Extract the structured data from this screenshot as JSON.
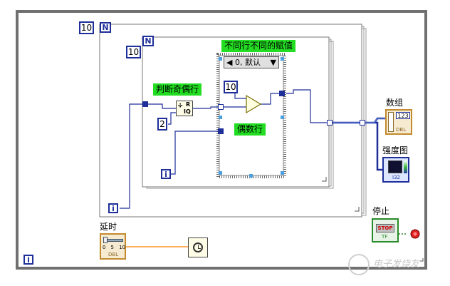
{
  "while_loop": {
    "iteration_terminal": "i"
  },
  "outer_for": {
    "count_terminal": "N",
    "count_constant": "10",
    "iteration_terminal": "i"
  },
  "inner_for": {
    "count_terminal": "N",
    "count_constant": "10"
  },
  "labels": {
    "case_title": "不同行不同的赋值",
    "parity_label": "判断奇偶行",
    "even_label": "偶数行",
    "array_label": "数组",
    "graph_label": "强度图",
    "stop_label": "停止",
    "delay_label": "延时"
  },
  "case_selector": {
    "value": "0, 默认"
  },
  "constants": {
    "divisor": "2",
    "compare_value": "10"
  },
  "quotient_node": {
    "r_label": "R",
    "iq_label": "IQ"
  },
  "array_terminal": {
    "display": "123",
    "type": "DBL"
  },
  "graph_terminal": {
    "type": "I32"
  },
  "stop_terminal": {
    "button": "STOP",
    "type": "TF"
  },
  "delay_terminal": {
    "ticks": [
      "0",
      "5",
      "10"
    ],
    "type": "DBL"
  },
  "watermark": {
    "text": "电子发烧友"
  },
  "colors": {
    "loop_border": "#707070",
    "wire_blue": "#1f2f9a",
    "wire_orange": "#ff8000",
    "label_green": "#22dd22",
    "stop_red": "#e02020"
  }
}
